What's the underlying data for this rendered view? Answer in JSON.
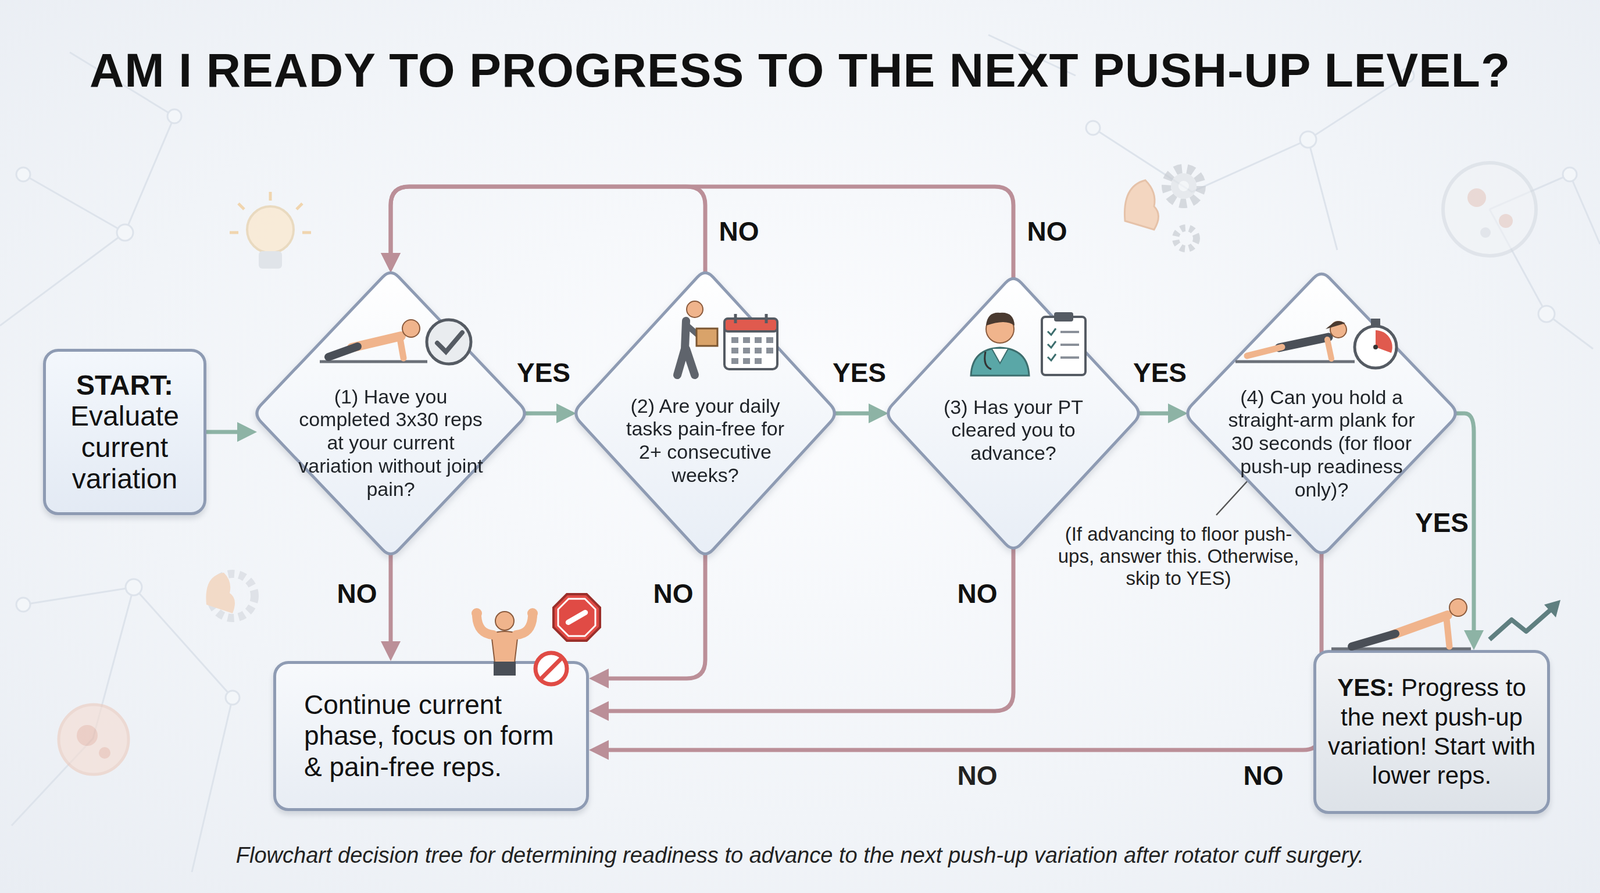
{
  "diagram": {
    "title": "AM I READY TO PROGRESS TO THE NEXT PUSH-UP LEVEL?",
    "caption": "Flowchart decision tree for determining readiness to advance to the next push-up variation after rotator cuff surgery.",
    "nodes": [
      {
        "text": [
          "START:",
          "Evaluate current variation"
        ]
      },
      {
        "text": [
          "(1) Have you completed 3x30 reps at your current variation without joint pain?"
        ]
      },
      {
        "text": [
          "(2) Are your daily tasks pain-free for 2+ consecutive weeks?"
        ]
      },
      {
        "text": [
          "(3) Has your PT cleared you to advance?"
        ]
      },
      {
        "text": [
          "(4) Can you hold a straight-arm plank for 30 seconds (for floor push-up readiness only)?"
        ]
      },
      {
        "text": [
          "Continue current phase, focus on form & pain-free reps."
        ]
      },
      {
        "text": [
          "YES:",
          "Progress to the next push-up variation! Start with lower reps."
        ]
      }
    ],
    "edges": [
      {
        "from": 0,
        "to": 1,
        "arrow": "to"
      },
      {
        "from": 1,
        "to": 2,
        "label": "YES",
        "arrow": "to"
      },
      {
        "from": 2,
        "to": 3,
        "label": "YES",
        "arrow": "to"
      },
      {
        "from": 3,
        "to": 4,
        "label": "YES",
        "arrow": "to"
      },
      {
        "from": 4,
        "to": 6,
        "label": "YES",
        "arrow": "to"
      },
      {
        "from": 2,
        "to": 1,
        "label": "NO",
        "arrow": "to"
      },
      {
        "from": 3,
        "to": 1,
        "label": "NO",
        "arrow": "to"
      },
      {
        "from": 1,
        "to": 5,
        "label": "NO",
        "arrow": "to"
      },
      {
        "from": 2,
        "to": 5,
        "label": "NO",
        "arrow": "to"
      },
      {
        "from": 3,
        "to": 5,
        "label": "NO",
        "arrow": "to"
      },
      {
        "from": 4,
        "to": 5,
        "label": "NO",
        "arrow": "to"
      }
    ],
    "labels": [
      "(If advancing to floor push-ups, answer this. Otherwise, skip to YES)",
      "NO"
    ]
  }
}
